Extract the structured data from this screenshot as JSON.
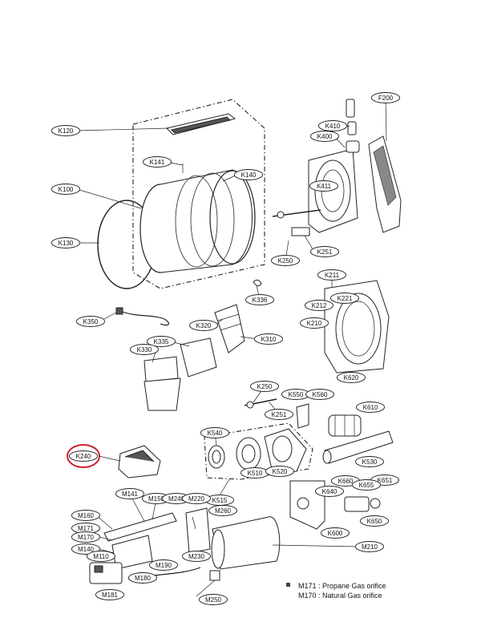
{
  "labels": {
    "K120": "K120",
    "K141": "K141",
    "K100": "K100",
    "K140": "K140",
    "K130": "K130",
    "K410": "K410",
    "K400": "K400",
    "K411": "K411",
    "F200": "F200",
    "K250a": "K250",
    "K251a": "K251",
    "K336": "K336",
    "K211": "K211",
    "K212": "K212",
    "K221": "K221",
    "K210": "K210",
    "K620": "K620",
    "K350": "K350",
    "K320": "K320",
    "K335": "K335",
    "K330": "K330",
    "K310": "K310",
    "K250b": "K250",
    "K550": "K550",
    "K560": "K560",
    "K251b": "K251",
    "K610": "K610",
    "K240": "K240",
    "K540": "K540",
    "K510": "K510",
    "K520": "K520",
    "K515": "K515",
    "K530": "K530",
    "K660": "K660",
    "K651": "K651",
    "K640": "K640",
    "K655": "K655",
    "K650": "K650",
    "K600": "K600",
    "M141": "M141",
    "M150": "M150",
    "M240": "M240",
    "M220": "M220",
    "M160": "M160",
    "M260": "M260",
    "M171": "M171",
    "M170": "M170",
    "M140": "M140",
    "M210": "M210",
    "M110": "M110",
    "M190": "M190",
    "M230": "M230",
    "M180": "M180",
    "M181": "M181",
    "M250": "M250"
  },
  "legend": [
    {
      "code": "M171",
      "text": "M171 : Propane Gas orifice"
    },
    {
      "code": "M170",
      "text": "M170 : Natural Gas orifice"
    }
  ],
  "highlight_color": "#d0202a"
}
